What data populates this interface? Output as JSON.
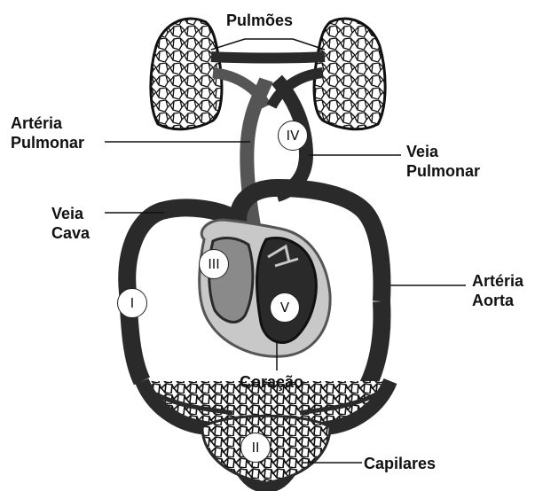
{
  "labels": {
    "pulmoes": "Pulmões",
    "arteria_pulmonar": [
      "Artéria",
      "Pulmonar"
    ],
    "veia_pulmonar": [
      "Veia",
      "Pulmonar"
    ],
    "veia_cava": [
      "Veia",
      "Cava"
    ],
    "arteria_aorta": [
      "Artéria",
      "Aorta"
    ],
    "coracao": "Coração",
    "capilares": "Capilares"
  },
  "markers": {
    "i": "I",
    "ii": "II",
    "iii": "III",
    "iv": "IV",
    "v": "V"
  },
  "colors": {
    "vessel_dark": "#2a2a2a",
    "vessel_mid": "#555555",
    "heart_outer": "#c8c8c8",
    "heart_inner": "#8a8a8a",
    "outline": "#111111"
  }
}
